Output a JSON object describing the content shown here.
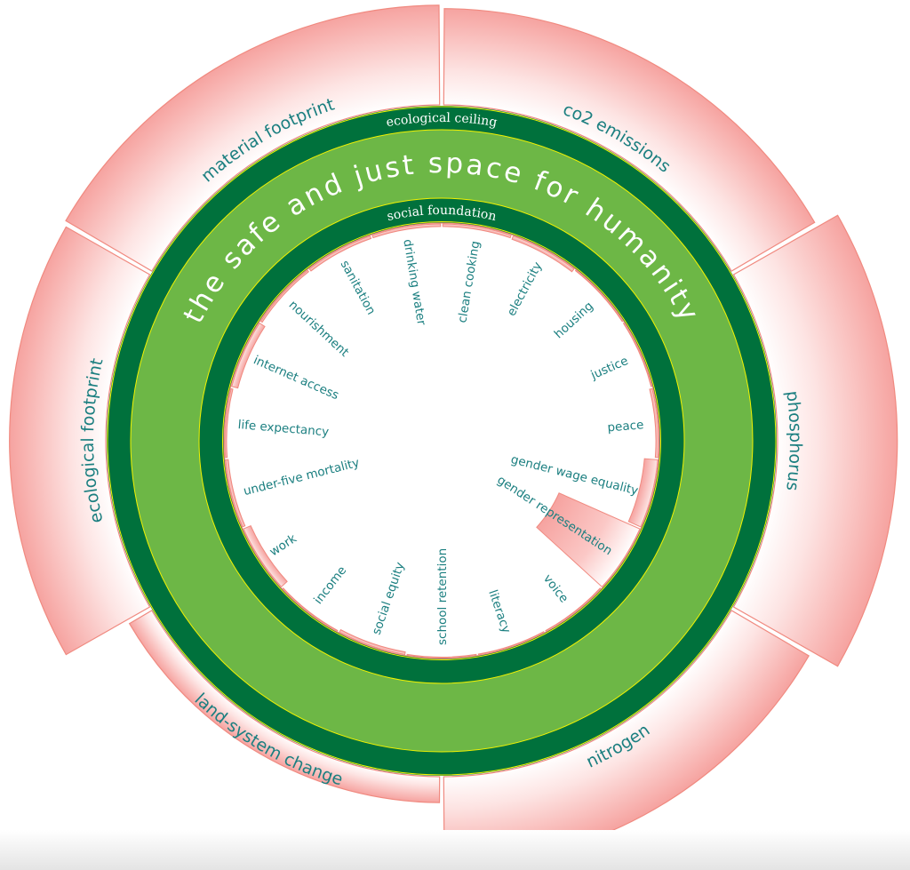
{
  "colors": {
    "dark_green": "#00713c",
    "light_green": "#6db746",
    "ring_edge": "#f2f200",
    "overshoot_pink": "#f6a3a0",
    "wedge_stroke": "#f08a80",
    "label_teal": "#1b7f80"
  },
  "center_label": "the safe and just space for humanity",
  "ecological_ceiling_label": "ecological ceiling",
  "social_foundation_label": "social foundation",
  "ecological_overshoot": [
    {
      "name": "co2 emissions",
      "overshoot": 0.29
    },
    {
      "name": "phosphorus",
      "overshoot": 0.36
    },
    {
      "name": "nitrogen",
      "overshoot": 0.27
    },
    {
      "name": "land-system change",
      "overshoot": 0.08
    },
    {
      "name": "ecological footprint",
      "overshoot": 0.29
    },
    {
      "name": "material footprint",
      "overshoot": 0.3
    }
  ],
  "social_shortfall": [
    {
      "name": "clean cooking",
      "shortfall": 0.016
    },
    {
      "name": "electricity",
      "shortfall": 0.02
    },
    {
      "name": "housing",
      "shortfall": 0.0
    },
    {
      "name": "justice",
      "shortfall": 0.0
    },
    {
      "name": "peace",
      "shortfall": 0.016
    },
    {
      "name": "gender wage equality",
      "shortfall": 0.065
    },
    {
      "name": "gender representation",
      "shortfall": 0.41
    },
    {
      "name": "voice",
      "shortfall": 0.0
    },
    {
      "name": "literacy",
      "shortfall": 0.004
    },
    {
      "name": "school retention",
      "shortfall": 0.004
    },
    {
      "name": "social equity",
      "shortfall": 0.016
    },
    {
      "name": "income",
      "shortfall": 0.0
    },
    {
      "name": "work",
      "shortfall": 0.04
    },
    {
      "name": "under-five mortality",
      "shortfall": 0.016
    },
    {
      "name": "life expectancy",
      "shortfall": 0.012
    },
    {
      "name": "internet access",
      "shortfall": 0.033
    },
    {
      "name": "nourishment",
      "shortfall": 0.012
    },
    {
      "name": "sanitation",
      "shortfall": 0.016
    },
    {
      "name": "drinking water",
      "shortfall": 0.016
    }
  ]
}
